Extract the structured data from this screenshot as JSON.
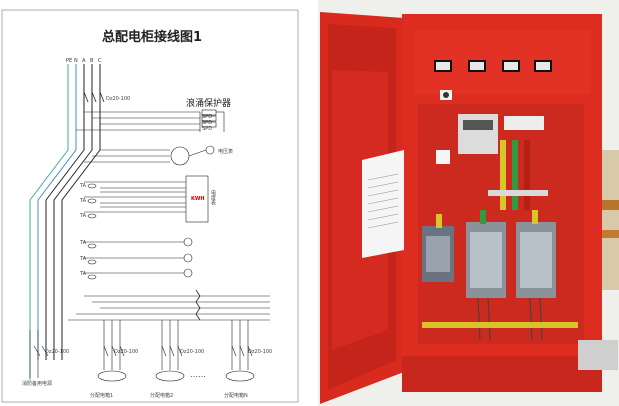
{
  "diagram": {
    "title": "总配电柜接线图1",
    "surge_protector_label": "浪涌保护器",
    "bus_labels": [
      "PE",
      "N",
      "A",
      "B",
      "C"
    ],
    "breaker_rating": "Dz20-100",
    "kwh_label": "KWH",
    "kwh_side_label": "电度表",
    "meter_label": "电压表",
    "ct_labels": [
      "TA",
      "TA",
      "TA",
      "TA",
      "TA",
      "TA"
    ],
    "outgoing_labels": [
      "消防备用电源",
      "分配电箱1",
      "分配电箱2",
      "分配电箱N"
    ],
    "dots": "……",
    "spd_labels": [
      "SPD",
      "SPD",
      "SPD"
    ]
  }
}
